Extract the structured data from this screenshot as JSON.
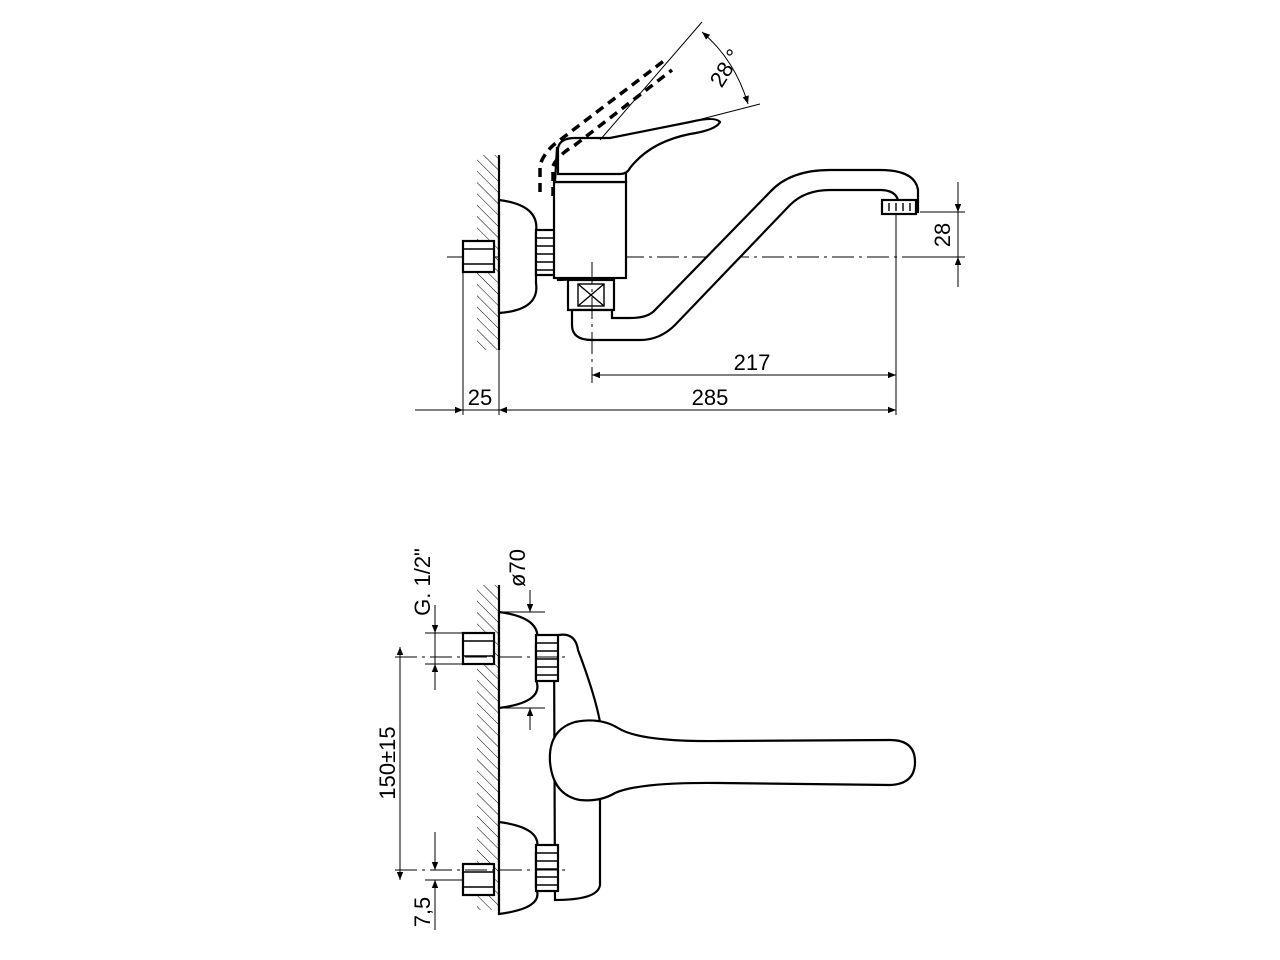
{
  "side_view": {
    "dimensions": {
      "lever_angle": "28 °",
      "spout_height": "28",
      "spout_projection": "217",
      "wall_offset": "25",
      "total_projection": "285"
    }
  },
  "front_view": {
    "dimensions": {
      "thread": "G. 1/2\"",
      "rosette_diameter": "ø70",
      "inlet_centers": "150±15",
      "inlet_offset": "7,5"
    }
  }
}
